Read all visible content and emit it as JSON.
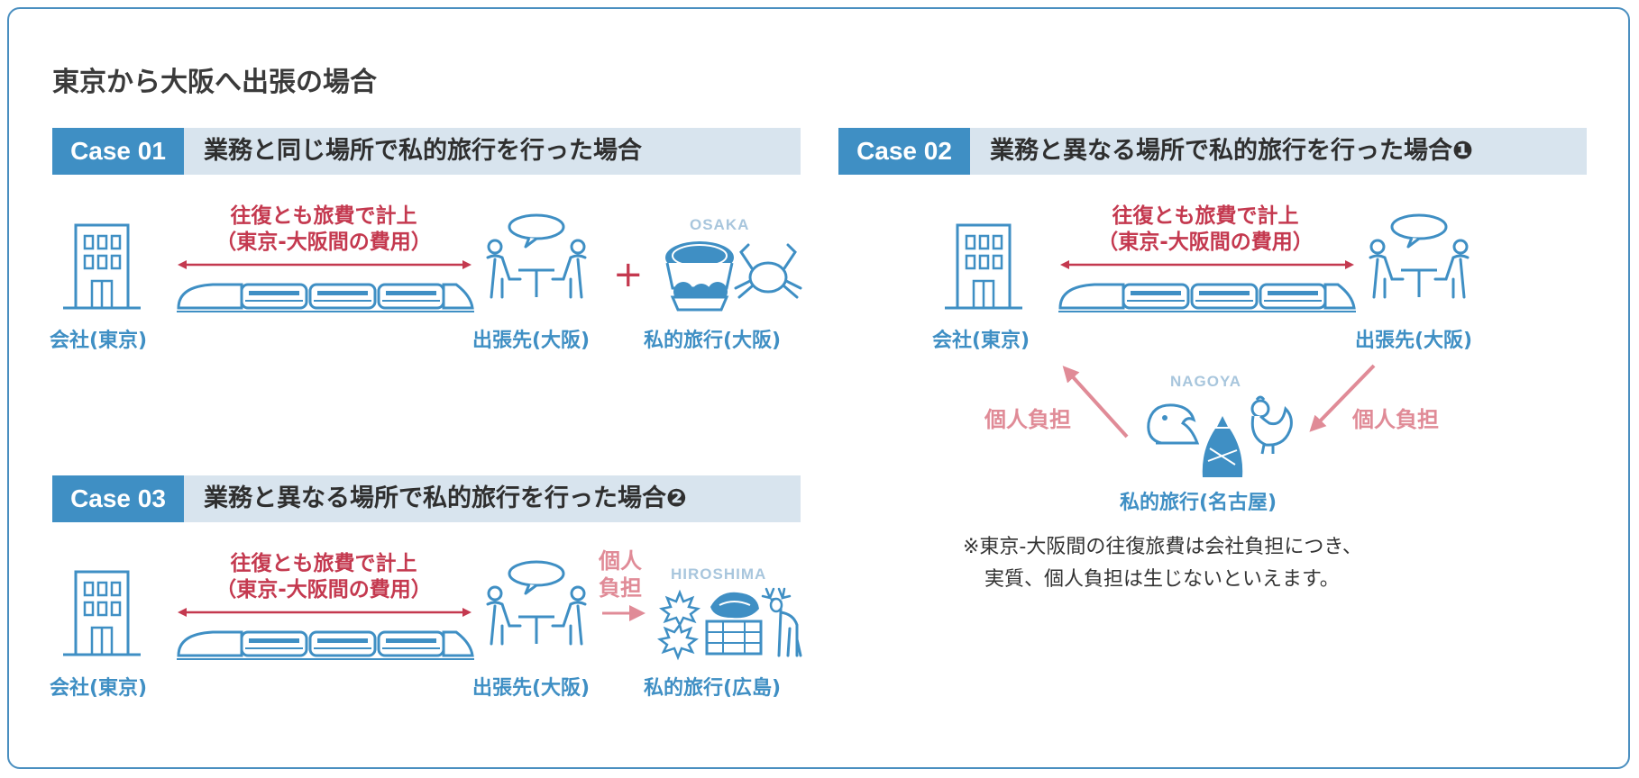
{
  "title": "東京から大阪へ出張の場合",
  "cases": [
    {
      "badge": "Case 01",
      "title": "業務と同じ場所で私的旅行を行った場合",
      "arrow_label_1": "往復とも旅費で計上",
      "arrow_label_2": "（東京-大阪間の費用）",
      "company": "会社(東京)",
      "trip": "出張先(大阪)",
      "private": "私的旅行(大阪)",
      "plus": "+",
      "place": "OSAKA"
    },
    {
      "badge": "Case 02",
      "title": "業務と異なる場所で私的旅行を行った場合❶",
      "arrow_label_1": "往復とも旅費で計上",
      "arrow_label_2": "（東京-大阪間の費用）",
      "company": "会社(東京)",
      "trip": "出張先(大阪)",
      "private": "私的旅行(名古屋)",
      "personal_left": "個人負担",
      "personal_right": "個人負担",
      "place": "NAGOYA",
      "note_1": "※東京-大阪間の往復旅費は会社負担につき、",
      "note_2": "実質、個人負担は生じないといえます。"
    },
    {
      "badge": "Case 03",
      "title": "業務と異なる場所で私的旅行を行った場合❷",
      "arrow_label_1": "往復とも旅費で計上",
      "arrow_label_2": "（東京-大阪間の費用）",
      "company": "会社(東京)",
      "trip": "出張先(大阪)",
      "private": "私的旅行(広島)",
      "personal_1": "個人",
      "personal_2": "負担",
      "place": "HIROSHIMA"
    }
  ],
  "colors": {
    "accent_blue": "#3f8fc4",
    "header_bg": "#d8e4ee",
    "red": "#c4394f",
    "pink": "#e08b97"
  },
  "icons": [
    "building-icon",
    "train-icon",
    "meeting-icon",
    "okonomiyaki-icon",
    "crab-icon",
    "shachihoko-icon",
    "uiro-icon",
    "chicken-icon",
    "maple-leaf-icon",
    "oyster-icon",
    "deer-icon"
  ]
}
